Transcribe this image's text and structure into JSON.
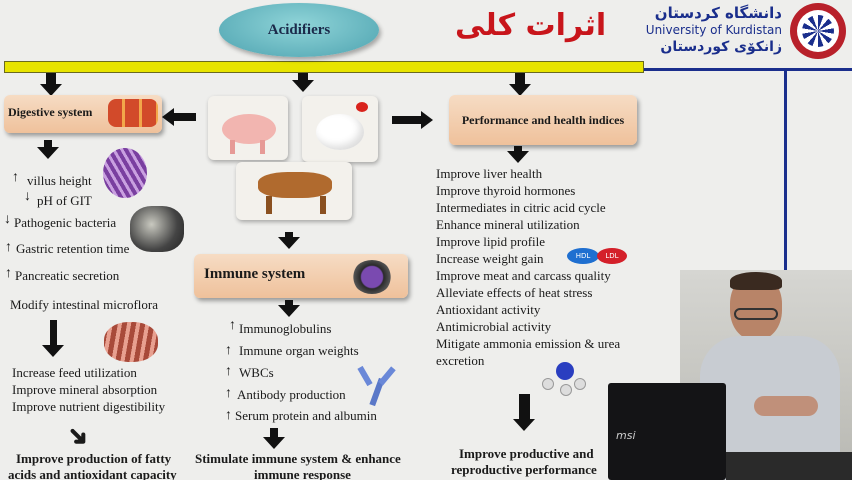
{
  "header": {
    "acidifiers": "Acidifiers",
    "title_fa": "اثرات کلی",
    "logo_line1": "دانشگاه کردستان",
    "logo_line2": "University of Kurdistan",
    "logo_line3": "زانكۆی كوردستان"
  },
  "digestive": {
    "title": "Digestive system",
    "items": [
      "villus height",
      "pH of GIT",
      "Pathogenic bacteria",
      "Gastric retention time",
      "Pancreatic secretion"
    ],
    "microflora": "Modify intestinal microflora",
    "outcomes": [
      "Increase feed utilization",
      "Improve mineral absorption",
      "Improve nutrient digestibility"
    ],
    "bottom": [
      "Improve production of fatty",
      "acids and antioxidant capacity"
    ]
  },
  "immune": {
    "title": "Immune system",
    "items": [
      "Immunoglobulins",
      "Immune organ weights",
      "WBCs",
      "Antibody production",
      "Serum protein and albumin"
    ],
    "bottom": [
      "Stimulate immune system & enhance",
      "immune response"
    ]
  },
  "performance": {
    "title": "Performance and health indices",
    "items": [
      "Improve liver health",
      "Improve thyroid hormones",
      "Intermediates in citric acid cycle",
      "Enhance mineral utilization",
      "Improve lipid profile",
      "Increase weight gain",
      "Improve meat and carcass quality",
      "Alleviate effects of heat stress",
      "Antioxidant activity",
      "Antimicrobial activity",
      "Mitigate ammonia emission & urea",
      "excretion"
    ],
    "hdl": "HDL",
    "ldl": "LDL",
    "bottom": [
      "Improve productive and",
      "reproductive performance"
    ]
  },
  "laptop": {
    "brand": "msi"
  },
  "colors": {
    "header_bar": "#e8e400",
    "accent_blue": "#1a2e8c",
    "title_red": "#c8151b"
  }
}
